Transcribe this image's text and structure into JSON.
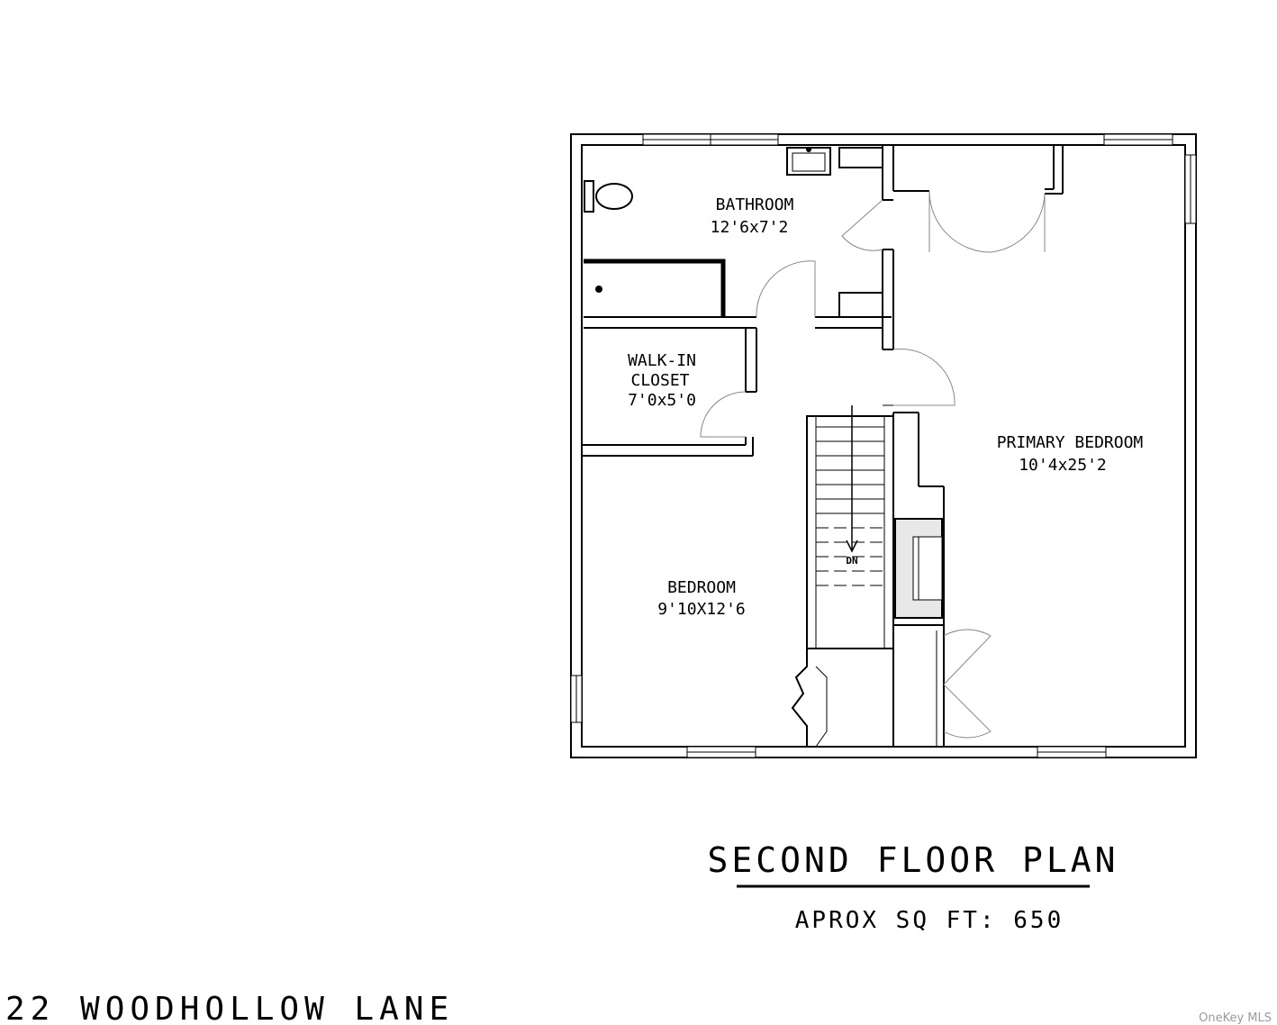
{
  "rooms": {
    "bathroom": {
      "name": "BATHROOM",
      "dims": "12'6x7'2"
    },
    "closet": {
      "name_line1": "WALK-IN",
      "name_line2": "CLOSET",
      "dims": "7'0x5'0"
    },
    "primary": {
      "name": "PRIMARY BEDROOM",
      "dims": "10'4x25'2"
    },
    "bedroom": {
      "name": "BEDROOM",
      "dims": "9'10X12'6"
    }
  },
  "stairs": {
    "label": "DN"
  },
  "plan_title": "SECOND FLOOR PLAN",
  "area": "APROX SQ FT: 650",
  "address": "22 WOODHOLLOW LANE",
  "watermark": "OneKey MLS"
}
